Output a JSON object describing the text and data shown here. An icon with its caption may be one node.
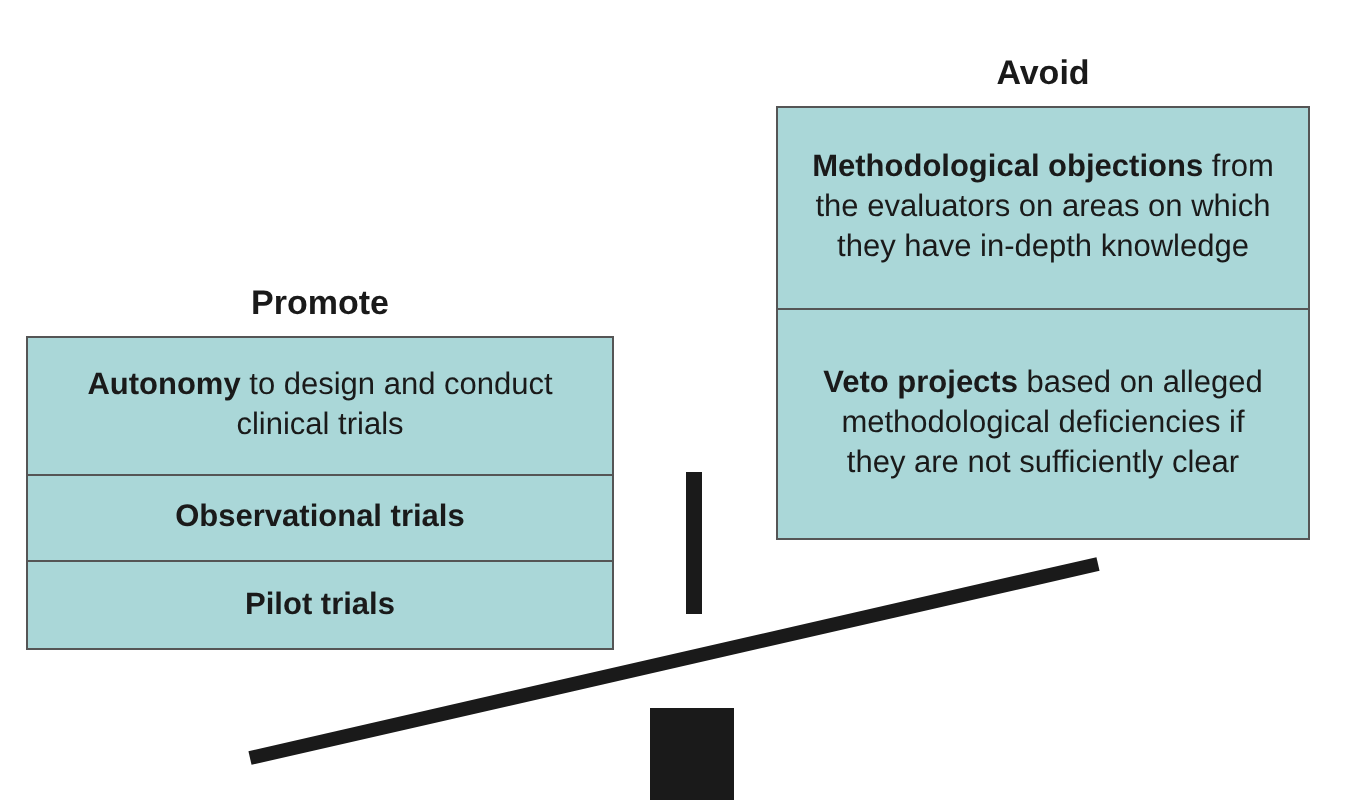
{
  "diagram": {
    "nodes": [
      {
        "text": [
          "Promote"
        ]
      },
      {
        "text": [
          "**Autonomy** to design and conduct clinical trials"
        ],
        "in": 0
      },
      {
        "text": [
          "Observational trials"
        ],
        "in": 0
      },
      {
        "text": [
          "Pilot trials"
        ],
        "in": 0
      },
      {
        "text": [
          "Avoid"
        ]
      },
      {
        "text": [
          "**Methodological objections** from the evaluators on areas on which they have in-depth knowledge"
        ],
        "in": 4
      },
      {
        "text": [
          "**Veto projects** based on alleged methodological deficiencies if they are not sufficiently clear"
        ],
        "in": 4
      }
    ]
  }
}
